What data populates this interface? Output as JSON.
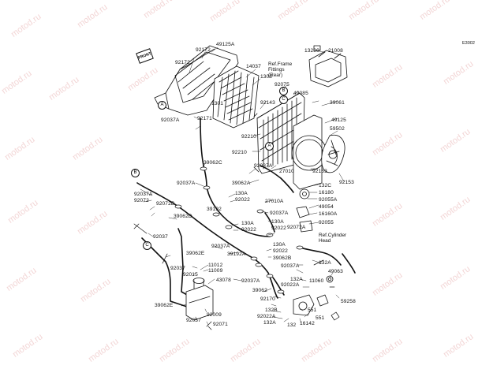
{
  "diagram_code": "E3002",
  "watermark": "motod.ru",
  "front_mark": "FRONT",
  "notes": {
    "frame_fittings": "Ref.Frame\nFittings\n(Rear)",
    "cylinder_head": "Ref.Cylinder\nHead"
  },
  "callouts": [
    "A",
    "B",
    "C"
  ],
  "parts": [
    "49125A",
    "92172",
    "92172",
    "14037",
    "1308",
    "13280",
    "21008",
    "92075",
    "49085",
    "39061",
    "92143",
    "1301",
    "92171",
    "92037A",
    "92210",
    "92210",
    "49125",
    "59502",
    "39062C",
    "27010",
    "92153",
    "92153",
    "92037A",
    "132C",
    "16180",
    "92055A",
    "49054",
    "16160A",
    "92055",
    "92037A",
    "92072",
    "92072B",
    "39062D",
    "92037A",
    "39062A",
    "130A",
    "92022",
    "39192",
    "27010A",
    "92037A",
    "130A",
    "92022",
    "92072A",
    "92037",
    "130A",
    "92022",
    "39062E",
    "92037A",
    "39192A",
    "130A",
    "92022",
    "39062B",
    "92037A",
    "132A",
    "49063",
    "11012",
    "11009",
    "92015",
    "92037",
    "43078",
    "92037A",
    "132A",
    "11060",
    "39062",
    "92170",
    "92022A",
    "59258",
    "132B",
    "92022A",
    "551",
    "132A",
    "551",
    "16142",
    "132",
    "92009",
    "39062E",
    "92037",
    "92071"
  ]
}
